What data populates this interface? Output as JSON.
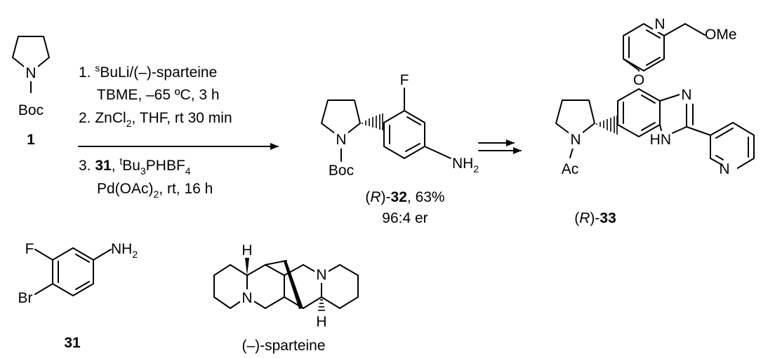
{
  "compounds": {
    "c1": {
      "label": "1",
      "atoms": {
        "N": "N",
        "Boc": "Boc"
      }
    },
    "c31": {
      "label": "31",
      "atoms": {
        "F": "F",
        "Br": "Br",
        "NH2_main": "NH",
        "NH2_sub": "2"
      }
    },
    "c32": {
      "atoms": {
        "N": "N",
        "Boc": "Boc",
        "F": "F",
        "NH2_main": "NH",
        "NH2_sub": "2"
      },
      "label_prefix": "(",
      "label_R": "R",
      "label_mid": ")-",
      "label_num": "32",
      "yield": ", 63%",
      "er": "96:4 er"
    },
    "c33": {
      "atoms": {
        "N_pyr": "N",
        "Ac": "Ac",
        "O": "O",
        "N_py1": "N",
        "OMe": "OMe",
        "N_imid": "N",
        "HN": "HN",
        "N_py2": "N"
      },
      "label_prefix": "(",
      "label_R": "R",
      "label_mid": ")-",
      "label_num": "33"
    },
    "sparteine": {
      "label": "(–)-sparteine",
      "atoms": {
        "H_top": "H",
        "H_bottom": "H",
        "N_right": "N",
        "N_left": "N"
      }
    }
  },
  "conditions": {
    "step1_line1_pre": "1. ",
    "step1_sup": "s",
    "step1_line1_post": "BuLi/(–)-sparteine",
    "step1_line2": "TBME, –65 ºC, 3 h",
    "step2_pre": "2. ZnCl",
    "step2_sub": "2",
    "step2_post": ", THF, rt 30 min",
    "step3_pre": "3. ",
    "step3_bold": "31",
    "step3_mid": ", ",
    "step3_sup": "t",
    "step3_bu": "Bu",
    "step3_sub": "3",
    "step3_post": "PHBF",
    "step3_sub2": "4",
    "step3_line2_pre": "Pd(OAc)",
    "step3_line2_sub": "2",
    "step3_line2_post": ", rt, 16 h"
  }
}
